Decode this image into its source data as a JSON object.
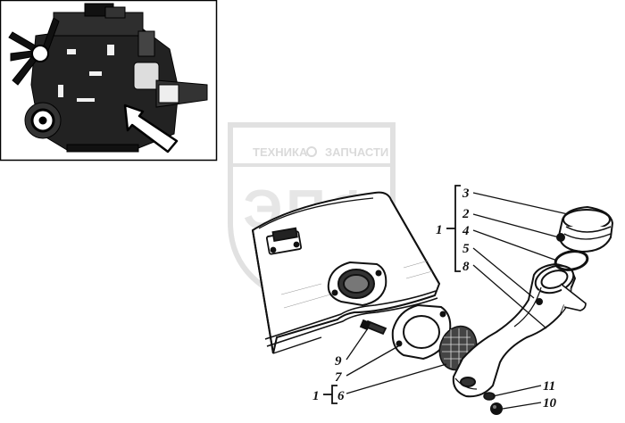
{
  "watermark": {
    "brand_left": "ТЕХНИКА",
    "brand_right": "ЗАПЧАСТИ",
    "logo_letters": "ЭПФ"
  },
  "callouts": {
    "group_1_top": "1",
    "group_1_bottom": "1",
    "items": [
      "3",
      "2",
      "4",
      "5",
      "8",
      "9",
      "7",
      "6",
      "11",
      "10"
    ]
  },
  "colors": {
    "line": "#111111",
    "watermark": "#c9c9c9",
    "frame": "#000000"
  },
  "icons": {
    "engine_photo": "engine-photo-inset",
    "pointer_arrow": "hollow-arrow-icon"
  }
}
